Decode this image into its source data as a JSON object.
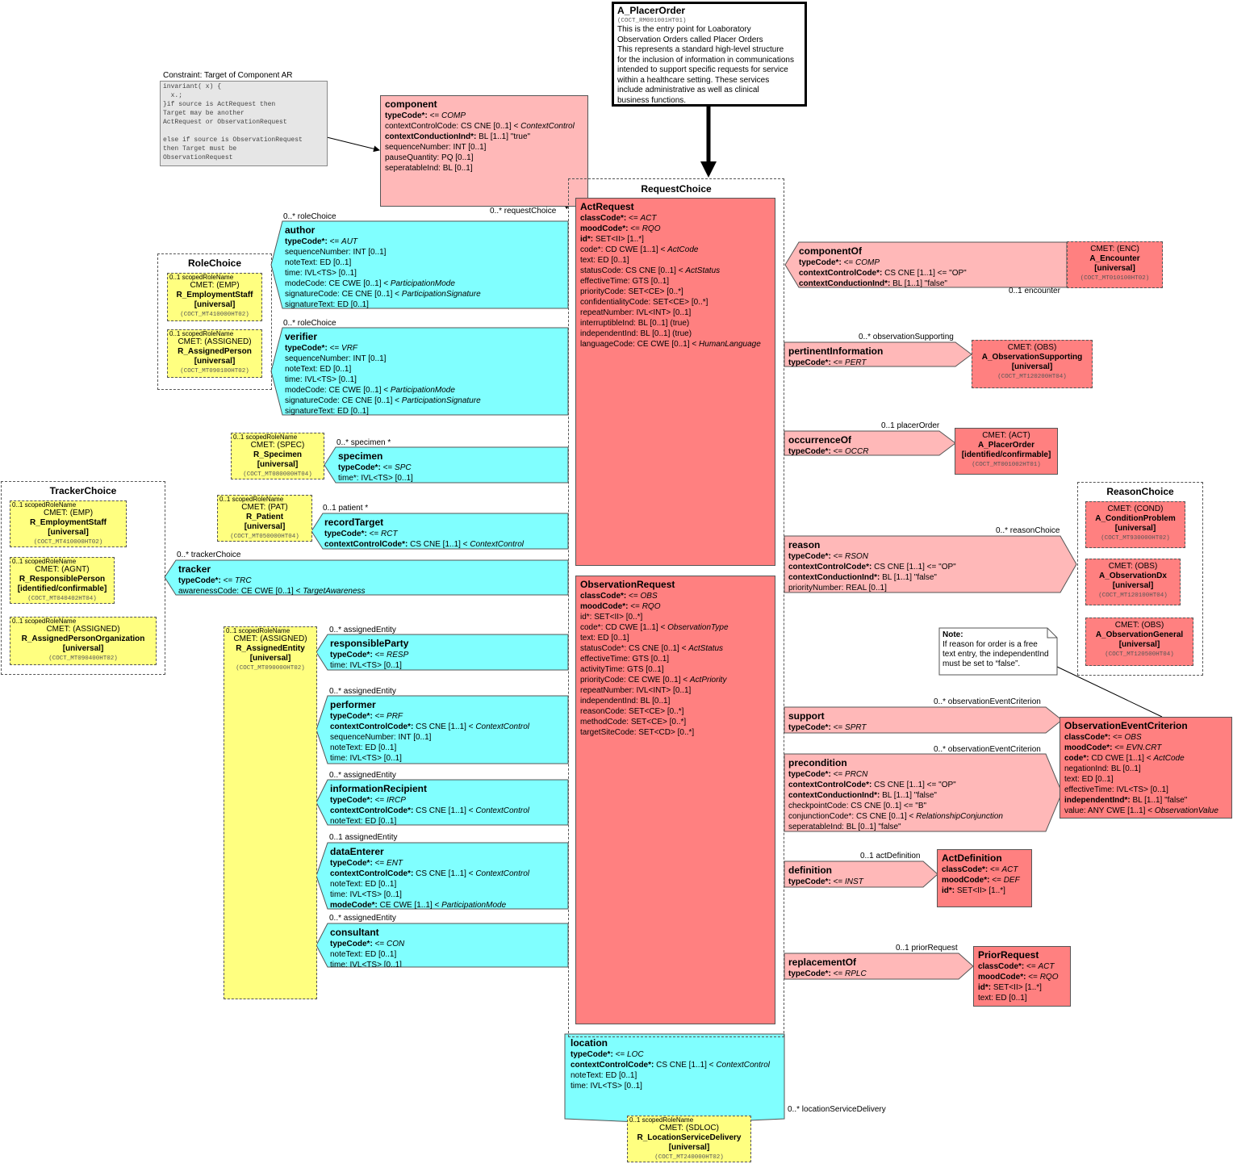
{
  "placer": {
    "title": "A_PlacerOrder",
    "code": "(COCT_RM001001HT01)",
    "desc": [
      "This is the entry point for Loaboratory",
      "Observation Orders called Placer Orders",
      "This represents a standard high-level structure",
      "for the inclusion of information in communications",
      "intended to support specific requests for service",
      "within a healthcare setting. These services",
      "include administrative as well as clinical",
      "business functions."
    ]
  },
  "constraint": {
    "title": "Constraint: Target of Component AR",
    "lines": [
      "invariant( x) {",
      "  x.;",
      "}if source is ActRequest then",
      "Target may be another",
      "ActRequest or ObservationRequest",
      "",
      "else if source is ObservationRequest",
      "then Target must be",
      "ObservationRequest"
    ]
  },
  "component": {
    "title": "component",
    "attrs": [
      [
        "typeCode*: ",
        "<= ",
        "COMP",
        1
      ],
      [
        "contextControlCode: CS CNE [0..1] < ",
        "",
        "ContextControl",
        0
      ],
      [
        "contextConductionInd*: ",
        "BL [1..1] \"true\"",
        "",
        1
      ],
      [
        "sequenceNumber: INT [0..1]",
        "",
        "",
        0
      ],
      [
        "pauseQuantity: PQ [0..1]",
        "",
        "",
        0
      ],
      [
        "seperatableInd: BL [0..1]",
        "",
        "",
        0
      ]
    ],
    "label": "0..* requestChoice"
  },
  "requestChoice": {
    "title": "RequestChoice"
  },
  "actRequest": {
    "title": "ActRequest",
    "attrs": [
      [
        "classCode*: ",
        "<= ",
        "ACT",
        1
      ],
      [
        "moodCode*: ",
        "<= ",
        "RQO",
        1
      ],
      [
        "id*: ",
        "SET<II> [1..*]",
        "",
        1
      ],
      [
        "code*: CD CWE [1..1] < ",
        "",
        "ActCode",
        0
      ],
      [
        "text: ED [0..1]",
        "",
        "",
        0
      ],
      [
        "statusCode: CS CNE [0..1] < ",
        "",
        "ActStatus",
        0
      ],
      [
        "effectiveTime: GTS [0..1]",
        "",
        "",
        0
      ],
      [
        "priorityCode: SET<CE> [0..*]",
        "",
        "",
        0
      ],
      [
        "confidentialityCode: SET<CE> [0..*]",
        "",
        "",
        0
      ],
      [
        "repeatNumber: IVL<INT> [0..1]",
        "",
        "",
        0
      ],
      [
        "interruptibleInd: BL [0..1] (true)",
        "",
        "",
        0
      ],
      [
        "independentInd: BL [0..1] (true)",
        "",
        "",
        0
      ],
      [
        "languageCode: CE CWE [0..1] < ",
        "",
        "HumanLanguage",
        0
      ]
    ]
  },
  "obsRequest": {
    "title": "ObservationRequest",
    "attrs": [
      [
        "classCode*: ",
        "<= ",
        "OBS",
        1
      ],
      [
        "moodCode*: ",
        "<= ",
        "RQO",
        1
      ],
      [
        "id*: SET<II> [0..*]",
        "",
        "",
        0
      ],
      [
        "code*: CD CWE [1..1] < ",
        "",
        "ObservationType",
        0
      ],
      [
        "text: ED [0..1]",
        "",
        "",
        0
      ],
      [
        "statusCode*: CS CNE [0..1] < ",
        "",
        "ActStatus",
        0
      ],
      [
        "effectiveTime: GTS [0..1]",
        "",
        "",
        0
      ],
      [
        "activityTime: GTS [0..1]",
        "",
        "",
        0
      ],
      [
        "priorityCode: CE CWE [0..1] < ",
        "",
        "ActPriority",
        0
      ],
      [
        "repeatNumber: IVL<INT> [0..1]",
        "",
        "",
        0
      ],
      [
        "independentInd: BL [0..1]",
        "",
        "",
        0
      ],
      [
        "reasonCode: SET<CE> [0..*]",
        "",
        "",
        0
      ],
      [
        "methodCode: SET<CE> [0..*]",
        "",
        "",
        0
      ],
      [
        "targetSiteCode: SET<CD> [0..*]",
        "",
        "",
        0
      ]
    ]
  },
  "roleChoice": {
    "title": "RoleChoice"
  },
  "trackerChoice": {
    "title": "TrackerChoice"
  },
  "reasonChoice": {
    "title": "ReasonChoice"
  },
  "author": {
    "title": "author",
    "label": "0..* roleChoice",
    "attrs": [
      [
        "typeCode*: ",
        "<= ",
        "AUT",
        1
      ],
      [
        "sequenceNumber: INT [0..1]",
        "",
        "",
        0
      ],
      [
        "noteText: ED [0..1]",
        "",
        "",
        0
      ],
      [
        "time: IVL<TS> [0..1]",
        "",
        "",
        0
      ],
      [
        "modeCode: CE CWE [0..1] < ",
        "",
        "ParticipationMode",
        0
      ],
      [
        "signatureCode: CE CNE [0..1] < ",
        "",
        "ParticipationSignature",
        0
      ],
      [
        "signatureText: ED [0..1]",
        "",
        "",
        0
      ]
    ]
  },
  "verifier": {
    "title": "verifier",
    "label": "0..* roleChoice",
    "attrs": [
      [
        "typeCode*: ",
        "<= ",
        "VRF",
        1
      ],
      [
        "sequenceNumber: INT [0..1]",
        "",
        "",
        0
      ],
      [
        "noteText: ED [0..1]",
        "",
        "",
        0
      ],
      [
        "time: IVL<TS> [0..1]",
        "",
        "",
        0
      ],
      [
        "modeCode: CE CWE [0..1] < ",
        "",
        "ParticipationMode",
        0
      ],
      [
        "signatureCode: CE CNE [0..1] < ",
        "",
        "ParticipationSignature",
        0
      ],
      [
        "signatureText: ED [0..1]",
        "",
        "",
        0
      ]
    ]
  },
  "specimen": {
    "title": "specimen",
    "label": "0..* specimen  *",
    "attrs": [
      [
        "typeCode*: ",
        "<= ",
        "SPC",
        1
      ],
      [
        "time*: IVL<TS> [0..1]",
        "",
        "",
        0
      ]
    ]
  },
  "recordTarget": {
    "title": "recordTarget",
    "label": "0..1 patient  *",
    "attrs": [
      [
        "typeCode*: ",
        "<= ",
        "RCT",
        1
      ],
      [
        "contextControlCode*: ",
        "CS CNE [1..1] < ",
        "ContextControl",
        1
      ]
    ]
  },
  "tracker": {
    "title": "tracker",
    "label": "0..* trackerChoice",
    "attrs": [
      [
        "typeCode*: ",
        "<= ",
        "TRC",
        1
      ],
      [
        "awarenessCode: CE CWE [0..1] < ",
        "",
        "TargetAwareness",
        0
      ]
    ]
  },
  "responsibleParty": {
    "title": "responsibleParty",
    "label": "0..* assignedEntity",
    "attrs": [
      [
        "typeCode*: ",
        "<= ",
        "RESP",
        1
      ],
      [
        "time: IVL<TS> [0..1]",
        "",
        "",
        0
      ]
    ]
  },
  "performer": {
    "title": "performer",
    "label": "0..* assignedEntity",
    "attrs": [
      [
        "typeCode*: ",
        "<= ",
        "PRF",
        1
      ],
      [
        "contextControlCode*: ",
        "CS CNE [1..1] < ",
        "ContextControl",
        1
      ],
      [
        "sequenceNumber: INT [0..1]",
        "",
        "",
        0
      ],
      [
        "noteText: ED [0..1]",
        "",
        "",
        0
      ],
      [
        "time: IVL<TS> [0..1]",
        "",
        "",
        0
      ]
    ]
  },
  "informationRecipient": {
    "title": "informationRecipient",
    "label": "0..* assignedEntity",
    "attrs": [
      [
        "typeCode*: ",
        "<= ",
        "IRCP",
        1
      ],
      [
        "contextControlCode*: ",
        "CS CNE [1..1] < ",
        "ContextControl",
        1
      ],
      [
        "noteText: ED [0..1]",
        "",
        "",
        0
      ]
    ]
  },
  "dataEnterer": {
    "title": "dataEnterer",
    "label": "0..1 assignedEntity",
    "attrs": [
      [
        "typeCode*: ",
        "<= ",
        "ENT",
        1
      ],
      [
        "contextControlCode*: ",
        "CS CNE [1..1] < ",
        "ContextControl",
        1
      ],
      [
        "noteText: ED [0..1]",
        "",
        "",
        0
      ],
      [
        "time: IVL<TS> [0..1]",
        "",
        "",
        0
      ],
      [
        "modeCode*: ",
        "CE CWE [1..1] < ",
        "ParticipationMode",
        1
      ]
    ]
  },
  "consultant": {
    "title": "consultant",
    "label": "0..* assignedEntity",
    "attrs": [
      [
        "typeCode*: ",
        "<= ",
        "CON",
        1
      ],
      [
        "noteText: ED [0..1]",
        "",
        "",
        0
      ],
      [
        "time: IVL<TS> [0..1]",
        "",
        "",
        0
      ]
    ]
  },
  "location": {
    "title": "location",
    "label": "0..* locationServiceDelivery",
    "attrs": [
      [
        "typeCode*: ",
        "<= ",
        "LOC",
        1
      ],
      [
        "contextControlCode*: ",
        "CS CNE [1..1] < ",
        "ContextControl",
        1
      ],
      [
        "noteText: ED [0..1]",
        "",
        "",
        0
      ],
      [
        "time: IVL<TS> [0..1]",
        "",
        "",
        0
      ]
    ]
  },
  "componentOf": {
    "title": "componentOf",
    "label": "0..1 encounter",
    "attrs": [
      [
        "typeCode*: ",
        "<= ",
        "COMP",
        1
      ],
      [
        "contextControlCode*: ",
        "CS CNE [1..1] <= \"OP\"",
        "",
        1
      ],
      [
        "contextConductionInd*: ",
        "BL [1..1] \"false\"",
        "",
        1
      ]
    ]
  },
  "pertinentInformation": {
    "title": "pertinentInformation",
    "label": "0..* observationSupporting",
    "attrs": [
      [
        "typeCode*: ",
        "<= ",
        "PERT",
        1
      ]
    ]
  },
  "occurrenceOf": {
    "title": "occurrenceOf",
    "label": "0..1 placerOrder",
    "attrs": [
      [
        "typeCode*: ",
        "<= ",
        "OCCR",
        1
      ]
    ]
  },
  "reason": {
    "title": "reason",
    "label": "0..* reasonChoice",
    "attrs": [
      [
        "typeCode*: ",
        "<= ",
        "RSON",
        1
      ],
      [
        "contextControlCode*: ",
        "CS CNE [1..1] <= \"OP\"",
        "",
        1
      ],
      [
        "contextConductionInd*: ",
        "BL [1..1] \"false\"",
        "",
        1
      ],
      [
        "priorityNumber: REAL [0..1]",
        "",
        "",
        0
      ]
    ]
  },
  "support": {
    "title": "support",
    "label": "0..* observationEventCriterion",
    "attrs": [
      [
        "typeCode*: ",
        "<= ",
        "SPRT",
        1
      ]
    ]
  },
  "precondition": {
    "title": "precondition",
    "label": "0..* observationEventCriterion",
    "attrs": [
      [
        "typeCode*: ",
        "<= ",
        "PRCN",
        1
      ],
      [
        "contextControlCode*: ",
        "CS CNE [1..1] <= \"OP\"",
        "",
        1
      ],
      [
        "contextConductionInd*: ",
        "BL [1..1] \"false\"",
        "",
        1
      ],
      [
        "checkpointCode: CS CNE [0..1] <= \"B\"",
        "",
        "",
        0
      ],
      [
        "conjunctionCode*: CS CNE [0..1] < ",
        "",
        "RelationshipConjunction",
        0
      ],
      [
        "seperatableInd: BL [0..1] \"false\"",
        "",
        "",
        0
      ]
    ]
  },
  "definition": {
    "title": "definition",
    "label": "0..1 actDefinition",
    "attrs": [
      [
        "typeCode*: ",
        "<= ",
        "INST",
        1
      ]
    ]
  },
  "replacementOf": {
    "title": "replacementOf",
    "label": "0..1 priorRequest",
    "attrs": [
      [
        "typeCode*: ",
        "<= ",
        "RPLC",
        1
      ]
    ]
  },
  "oec": {
    "title": "ObservationEventCriterion",
    "attrs": [
      [
        "classCode*: ",
        "<= ",
        "OBS",
        1
      ],
      [
        "moodCode*: ",
        "<= ",
        "EVN.CRT",
        1
      ],
      [
        "code*: ",
        "CD CWE [1..1] < ",
        "ActCode",
        1
      ],
      [
        "negationInd: BL [0..1]",
        "",
        "",
        0
      ],
      [
        "text: ED [0..1]",
        "",
        "",
        0
      ],
      [
        "effectiveTime: IVL<TS> [0..1]",
        "",
        "",
        0
      ],
      [
        "independentInd*: ",
        "BL [1..1] \"false\"",
        "",
        1
      ],
      [
        "value: ANY CWE [1..1] < ",
        "",
        "ObservationValue",
        0
      ]
    ]
  },
  "actDefinition": {
    "title": "ActDefinition",
    "attrs": [
      [
        "classCode*: ",
        "<= ",
        "ACT",
        1
      ],
      [
        "moodCode*: ",
        "<= ",
        "DEF",
        1
      ],
      [
        "id*: ",
        "SET<II> [1..*]",
        "",
        1
      ]
    ]
  },
  "priorRequest": {
    "title": "PriorRequest",
    "attrs": [
      [
        "classCode*: ",
        "<= ",
        "ACT",
        1
      ],
      [
        "moodCode*: ",
        "<= ",
        "RQO",
        1
      ],
      [
        "id*: ",
        "SET<II> [1..*]",
        "",
        1
      ],
      [
        "text: ED [0..1]",
        "",
        "",
        0
      ]
    ]
  },
  "note": {
    "title": "Note:",
    "lines": [
      "If reason for order is a free",
      "text entry, the independentInd",
      "must be set to “false”."
    ]
  },
  "cmets": {
    "roleEmp": {
      "sr": "0..1 scopedRoleName",
      "l1": "CMET: (EMP)",
      "l2": "R_EmploymentStaff",
      "l3": "[universal]",
      "code": "(COCT_MT410000HT02)"
    },
    "roleAssigned": {
      "sr": "0..1 scopedRoleName",
      "l1": "CMET: (ASSIGNED)",
      "l2": "R_AssignedPerson",
      "l3": "[universal]",
      "code": "(COCT_MT090100HT02)"
    },
    "spec": {
      "sr": "0..1 scopedRoleName",
      "l1": "CMET: (SPEC)",
      "l2": "R_Specimen",
      "l3": "[universal]",
      "code": "(COCT_MT080000HT04)"
    },
    "pat": {
      "sr": "0..1 scopedRoleName",
      "l1": "CMET: (PAT)",
      "l2": "R_Patient",
      "l3": "[universal]",
      "code": "(COCT_MT050000HT04)"
    },
    "trkEmp": {
      "sr": "0..1 scopedRoleName",
      "l1": "CMET: (EMP)",
      "l2": "R_EmploymentStaff",
      "l3": "[universal]",
      "code": "(COCT_MT410000HT02)"
    },
    "trkAgnt": {
      "sr": "0..1 scopedRoleName",
      "l1": "CMET: (AGNT)",
      "l2": "R_ResponsiblePerson",
      "l3": "[identified/confirmable]",
      "code": "(COCT_MT040402HT04)"
    },
    "trkAssigned": {
      "sr": "0..1 scopedRoleName",
      "l1": "CMET: (ASSIGNED)",
      "l2": "R_AssignedPersonOrganization",
      "l3": "[universal]",
      "code": "(COCT_MT090400HT02)"
    },
    "assignedEntity": {
      "sr": "0..1 scopedRoleName",
      "l1": "CMET: (ASSIGNED)",
      "l2": "R_AssignedEntity",
      "l3": "[universal]",
      "code": "(COCT_MT090000HT02)"
    },
    "sdloc": {
      "sr": "0..1 scopedRoleName",
      "l1": "CMET: (SDLOC)",
      "l2": "R_LocationServiceDelivery",
      "l3": "[universal]",
      "code": "(COCT_MT240000HT02)"
    },
    "enc": {
      "sr": "",
      "l1": "CMET: (ENC)",
      "l2": "A_Encounter",
      "l3": "[universal]",
      "code": "(COCT_MT010100HT02)"
    },
    "obsSup": {
      "sr": "",
      "l1": "CMET: (OBS)",
      "l2": "A_ObservationSupporting",
      "l3": "[universal]",
      "code": "(COCT_MT120200HT04)"
    },
    "act": {
      "sr": "",
      "l1": "CMET: (ACT)",
      "l2": "A_PlacerOrder",
      "l3": "[identified/confirmable]",
      "code": "(COCT_MT001002HT01)"
    },
    "cond": {
      "sr": "",
      "l1": "CMET: (COND)",
      "l2": "A_ConditionProblem",
      "l3": "[universal]",
      "code": "(COCT_MT930000HT02)"
    },
    "obsDx": {
      "sr": "",
      "l1": "CMET: (OBS)",
      "l2": "A_ObservationDx",
      "l3": "[universal]",
      "code": "(COCT_MT120100HT04)"
    },
    "obsGen": {
      "sr": "",
      "l1": "CMET: (OBS)",
      "l2": "A_ObservationGeneral",
      "l3": "[universal]",
      "code": "(COCT_MT120500HT04)"
    }
  }
}
